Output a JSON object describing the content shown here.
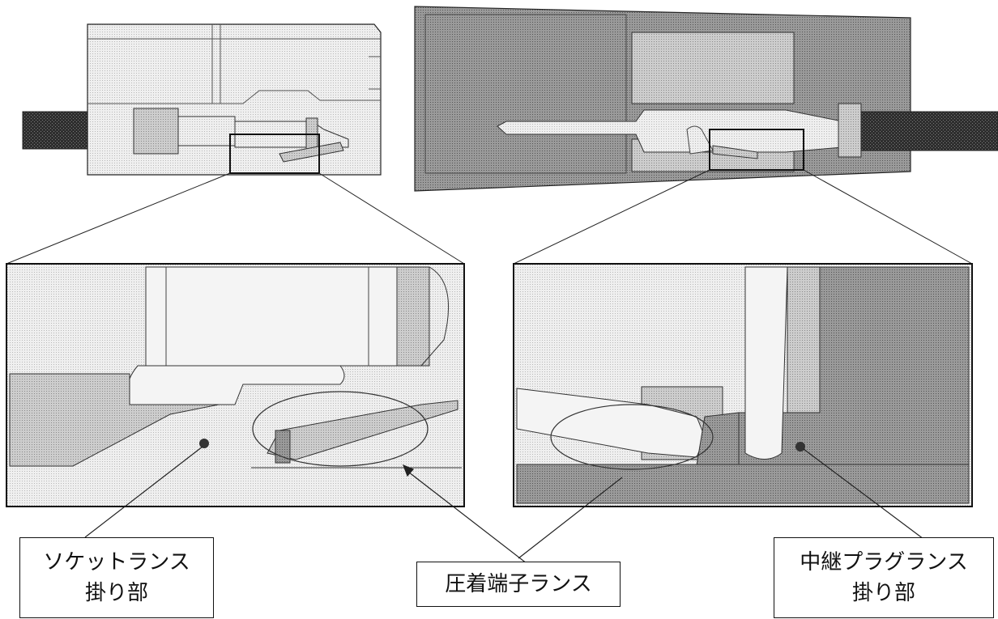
{
  "callouts": {
    "socket_lance": {
      "line1": "ソケットランス",
      "line2": "掛り部"
    },
    "crimp_lance": {
      "line1": "圧着端子ランス"
    },
    "relay_plug_lance": {
      "line1": "中継プラグランス",
      "line2": "掛り部"
    }
  },
  "colors": {
    "outline": "#222222",
    "light_fill": "#ececec",
    "mid_fill": "#c4c4c4",
    "dark_fill": "#8f8f8f",
    "cable_fill": "#3c3c3c"
  }
}
